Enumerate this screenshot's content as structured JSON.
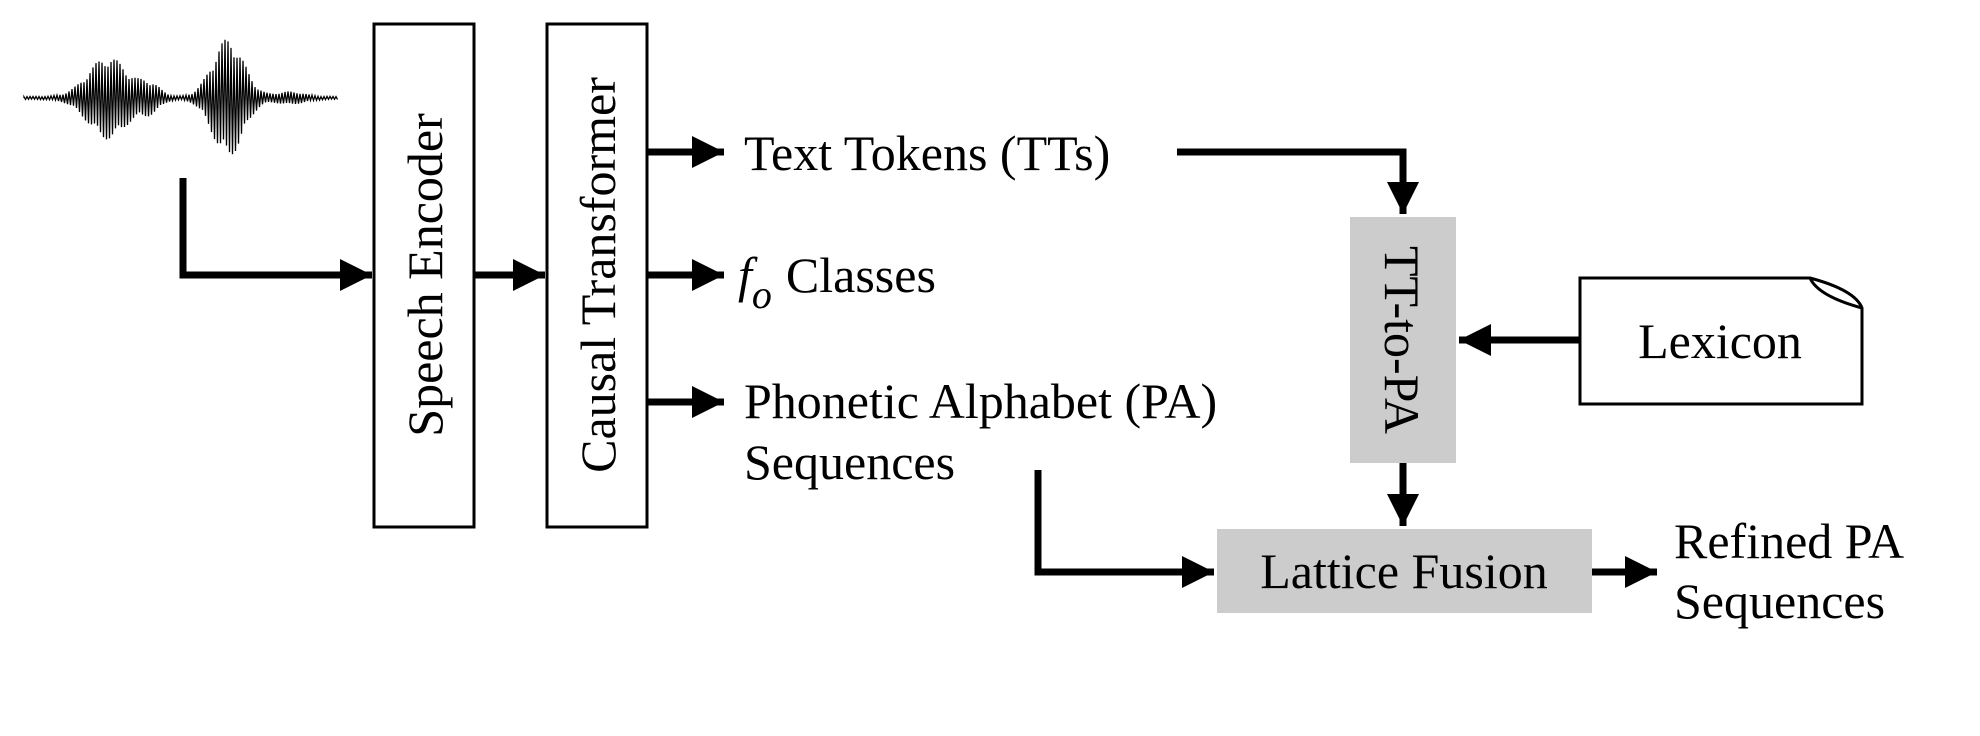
{
  "blocks": {
    "speech_encoder": "Speech Encoder",
    "causal_transformer": "Causal Transformer",
    "tt_to_pa": "TT-to-PA",
    "lexicon": "Lexicon",
    "lattice_fusion": "Lattice Fusion"
  },
  "outputs": {
    "text_tokens": "Text Tokens (TTs)",
    "fo_symbol": "f",
    "fo_subscript": "o",
    "fo_classes": "Classes",
    "pa_line1": "Phonetic Alphabet (PA)",
    "pa_line2": "Sequences",
    "refined_line1": "Refined PA",
    "refined_line2": "Sequences"
  },
  "colors": {
    "shaded_block": "#cccccc",
    "stroke": "#000000"
  }
}
